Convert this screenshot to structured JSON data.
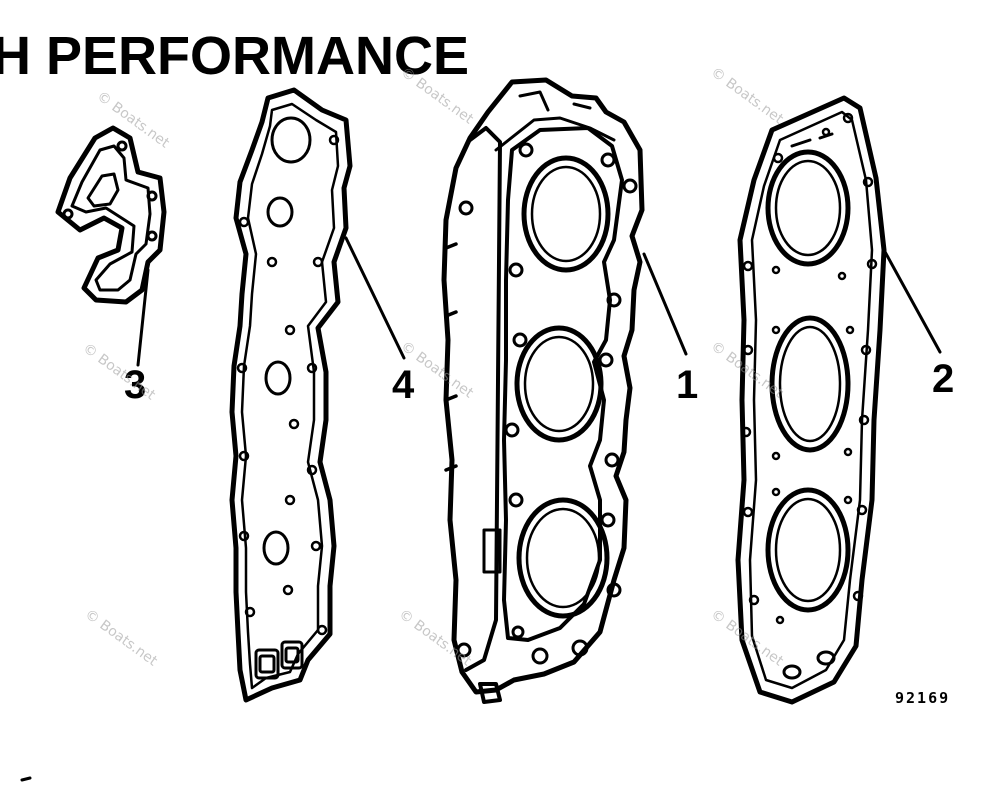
{
  "title": "H PERFORMANCE",
  "drawing_number": "92169",
  "watermark": "© Boats.net",
  "parts": [
    {
      "number": "1"
    },
    {
      "number": "2"
    },
    {
      "number": "3"
    },
    {
      "number": "4"
    }
  ]
}
